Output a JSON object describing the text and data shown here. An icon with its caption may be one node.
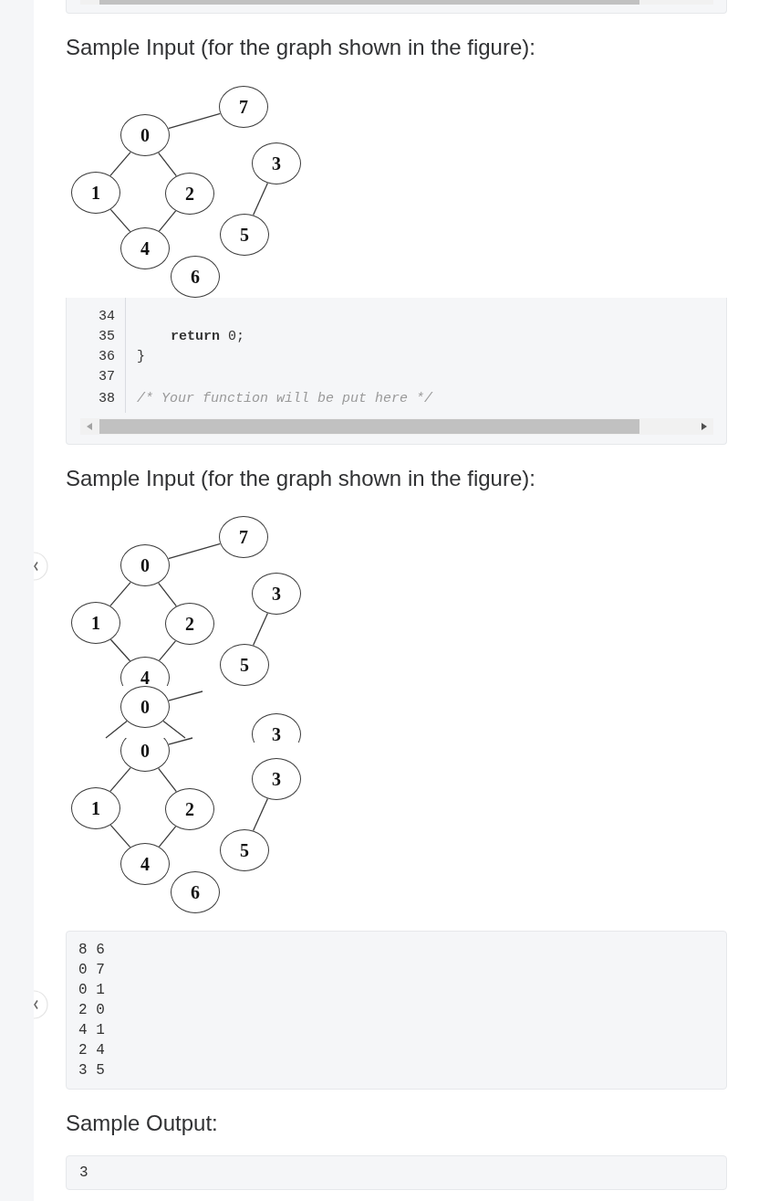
{
  "diagram": {
    "nodes": [
      {
        "text": [
          "7"
        ]
      },
      {
        "text": [
          "0"
        ]
      },
      {
        "text": [
          "3"
        ]
      },
      {
        "text": [
          "1"
        ]
      },
      {
        "text": [
          "2"
        ]
      },
      {
        "text": [
          "5"
        ]
      },
      {
        "text": [
          "4"
        ]
      },
      {
        "text": [
          "6"
        ]
      },
      {
        "text": [
          "7"
        ]
      },
      {
        "text": [
          "0"
        ]
      },
      {
        "text": [
          "3"
        ]
      },
      {
        "text": [
          "1"
        ]
      },
      {
        "text": [
          "2"
        ]
      },
      {
        "text": [
          "5"
        ]
      },
      {
        "text": [
          "4"
        ]
      },
      {
        "text": [
          "0"
        ]
      },
      {
        "text": [
          "3"
        ]
      },
      {
        "text": [
          "0"
        ]
      },
      {
        "text": [
          "3"
        ]
      },
      {
        "text": [
          "1"
        ]
      },
      {
        "text": [
          "2"
        ]
      },
      {
        "text": [
          "5"
        ]
      },
      {
        "text": [
          "4"
        ]
      },
      {
        "text": [
          "6"
        ]
      }
    ],
    "edges": [
      {
        "from": 1,
        "to": 0,
        "arrow": "none"
      },
      {
        "from": 1,
        "to": 3,
        "arrow": "none"
      },
      {
        "from": 4,
        "to": 1,
        "arrow": "none"
      },
      {
        "from": 6,
        "to": 3,
        "arrow": "none"
      },
      {
        "from": 4,
        "to": 6,
        "arrow": "none"
      },
      {
        "from": 2,
        "to": 5,
        "arrow": "none"
      },
      {
        "from": 9,
        "to": 8,
        "arrow": "none"
      },
      {
        "from": 9,
        "to": 11,
        "arrow": "none"
      },
      {
        "from": 12,
        "to": 9,
        "arrow": "none"
      },
      {
        "from": 14,
        "to": 11,
        "arrow": "none"
      },
      {
        "from": 12,
        "to": 14,
        "arrow": "none"
      },
      {
        "from": 10,
        "to": 13,
        "arrow": "none"
      },
      {
        "from": 15,
        "to": null,
        "arrow": "none"
      },
      {
        "from": 15,
        "to": null,
        "arrow": "none"
      },
      {
        "from": null,
        "to": 15,
        "arrow": "none"
      },
      {
        "from": 17,
        "to": null,
        "arrow": "none"
      },
      {
        "from": 17,
        "to": 19,
        "arrow": "none"
      },
      {
        "from": 20,
        "to": 17,
        "arrow": "none"
      },
      {
        "from": 22,
        "to": 19,
        "arrow": "none"
      },
      {
        "from": 20,
        "to": 22,
        "arrow": "none"
      },
      {
        "from": 18,
        "to": 21,
        "arrow": "none"
      }
    ],
    "labels": [
      "Sample Input (for the graph shown in the figure):",
      "34",
      "35",
      "**return** 0;",
      "36",
      "}",
      "37",
      "38",
      "/* Your function will be put here */",
      "Sample Input (for the graph shown in the figure):",
      "8 6",
      "0 7",
      "0 1",
      "2 0",
      "4 1",
      "2 4",
      "3 5",
      "Sample Output:",
      "3"
    ]
  }
}
